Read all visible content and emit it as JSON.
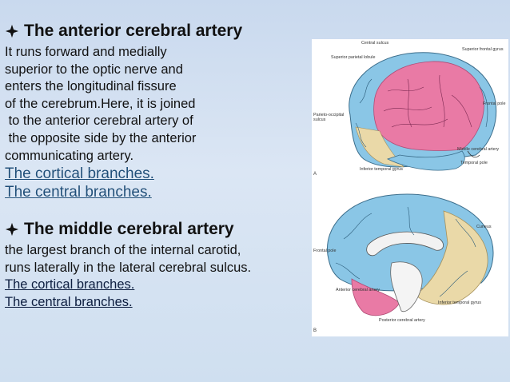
{
  "colors": {
    "background": "#d5e2f2",
    "heading": "#111111",
    "link": "#1f4e79",
    "link_dark": "#0d1e40",
    "pink": "#e97aa5",
    "blue": "#8ac6e6",
    "tan": "#ead9a8"
  },
  "section1": {
    "icon": "diamond-bullet-icon",
    "heading": "The anterior cerebral artery",
    "lines": [
      "It runs forward and medially",
      "superior to the optic nerve and",
      "enters the longitudinal fissure",
      "of the cerebrum.Here, it is joined",
      " to the anterior cerebral artery of",
      " the opposite side by the anterior",
      "communicating artery."
    ],
    "links": [
      "The cortical branches.",
      "The central branches."
    ]
  },
  "section2": {
    "icon": "diamond-bullet-icon",
    "heading": "The middle cerebral artery",
    "lines": [
      "the largest branch of the internal carotid,",
      "runs laterally in the lateral cerebral sulcus."
    ],
    "links": [
      "The cortical branches.",
      "The central branches."
    ]
  },
  "figure": {
    "panel_a": "A",
    "panel_b": "B",
    "labels_a": {
      "central_sulcus": "Central sulcus",
      "superior_frontal_gyrus": "Superior frontal gyrus",
      "superior_parietal_lobule": "Superior parietal lobule",
      "parieto_occipital_sulcus": "Parieto-occipital sulcus",
      "frontal_pole": "Frontal pole",
      "middle_cerebral_artery": "Middle cerebral artery",
      "temporal_pole": "Temporal pole",
      "inferior_temporal_gyrus": "Inferior temporal gyrus"
    },
    "labels_b": {
      "cuneus": "Cuneus",
      "frontal_pole": "Frontal pole",
      "anterior_cerebral_artery": "Anterior cerebral artery",
      "inferior_temporal_gyrus": "Inferior temporal gyrus",
      "posterior_cerebral_artery": "Posterior cerebral artery"
    }
  }
}
